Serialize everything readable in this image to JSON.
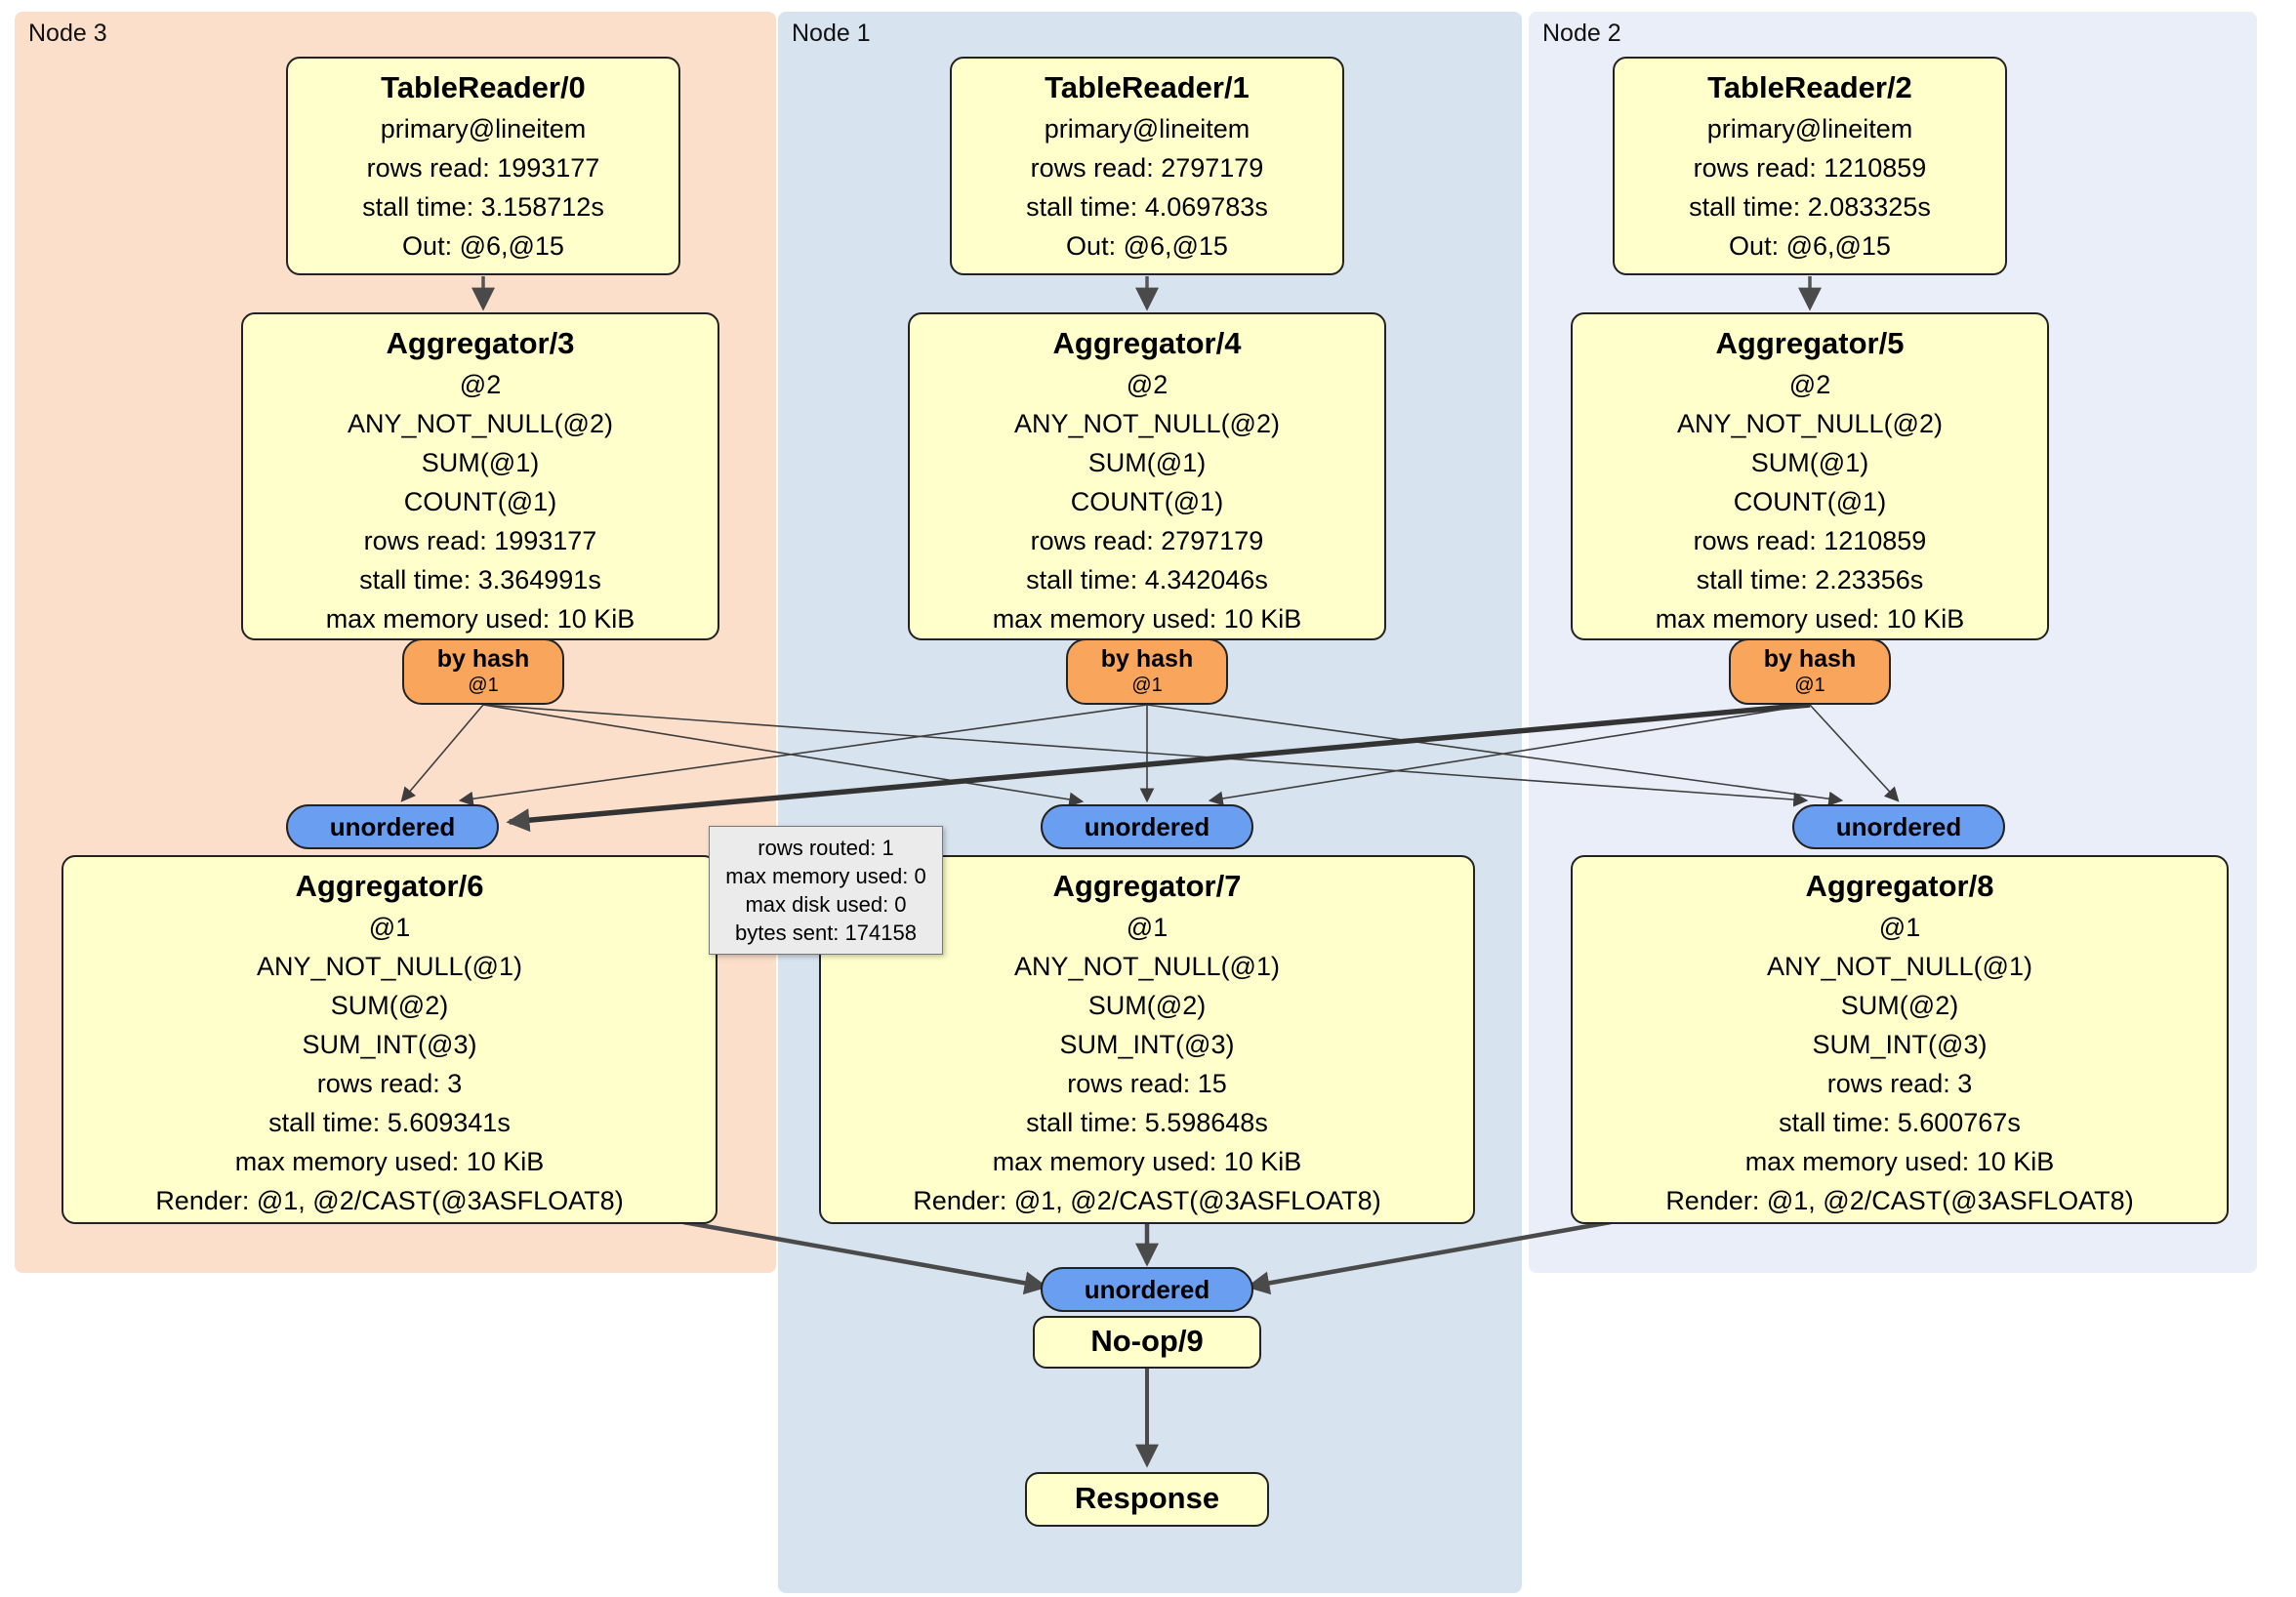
{
  "regions": {
    "node3": "Node 3",
    "node1": "Node 1",
    "node2": "Node 2"
  },
  "boxes": {
    "tr0": {
      "title": "TableReader/0",
      "lines": [
        "primary@lineitem",
        "rows read: 1993177",
        "stall time: 3.158712s",
        "Out: @6,@15"
      ]
    },
    "tr1": {
      "title": "TableReader/1",
      "lines": [
        "primary@lineitem",
        "rows read: 2797179",
        "stall time: 4.069783s",
        "Out: @6,@15"
      ]
    },
    "tr2": {
      "title": "TableReader/2",
      "lines": [
        "primary@lineitem",
        "rows read: 1210859",
        "stall time: 2.083325s",
        "Out: @6,@15"
      ]
    },
    "agg3": {
      "title": "Aggregator/3",
      "lines": [
        "@2",
        "ANY_NOT_NULL(@2)",
        "SUM(@1)",
        "COUNT(@1)",
        "rows read: 1993177",
        "stall time: 3.364991s",
        "max memory used: 10 KiB"
      ]
    },
    "agg4": {
      "title": "Aggregator/4",
      "lines": [
        "@2",
        "ANY_NOT_NULL(@2)",
        "SUM(@1)",
        "COUNT(@1)",
        "rows read: 2797179",
        "stall time: 4.342046s",
        "max memory used: 10 KiB"
      ]
    },
    "agg5": {
      "title": "Aggregator/5",
      "lines": [
        "@2",
        "ANY_NOT_NULL(@2)",
        "SUM(@1)",
        "COUNT(@1)",
        "rows read: 1210859",
        "stall time: 2.23356s",
        "max memory used: 10 KiB"
      ]
    },
    "agg6": {
      "title": "Aggregator/6",
      "lines": [
        "@1",
        "ANY_NOT_NULL(@1)",
        "SUM(@2)",
        "SUM_INT(@3)",
        "rows read: 3",
        "stall time: 5.609341s",
        "max memory used: 10 KiB",
        "Render: @1, @2/CAST(@3ASFLOAT8)"
      ]
    },
    "agg7": {
      "title": "Aggregator/7",
      "lines": [
        "@1",
        "ANY_NOT_NULL(@1)",
        "SUM(@2)",
        "SUM_INT(@3)",
        "rows read: 15",
        "stall time: 5.598648s",
        "max memory used: 10 KiB",
        "Render: @1, @2/CAST(@3ASFLOAT8)"
      ]
    },
    "agg8": {
      "title": "Aggregator/8",
      "lines": [
        "@1",
        "ANY_NOT_NULL(@1)",
        "SUM(@2)",
        "SUM_INT(@3)",
        "rows read: 3",
        "stall time: 5.600767s",
        "max memory used: 10 KiB",
        "Render: @1, @2/CAST(@3ASFLOAT8)"
      ]
    },
    "noop": {
      "title": "No-op/9"
    },
    "response": {
      "title": "Response"
    }
  },
  "router": {
    "label": "by hash",
    "param": "@1"
  },
  "sync_label": "unordered",
  "tooltip": {
    "lines": [
      "rows routed: 1",
      "max memory used: 0",
      "max disk used: 0",
      "bytes sent: 174158"
    ]
  },
  "colors": {
    "node3_bg": "#fcdfca",
    "node1_bg": "#d7e3ee",
    "node2_bg": "#e9eef8",
    "box_bg": "#ffffcc",
    "router_bg": "#f9a65c",
    "sync_bg": "#6a9ef0",
    "edge": "#4a4a4a"
  }
}
